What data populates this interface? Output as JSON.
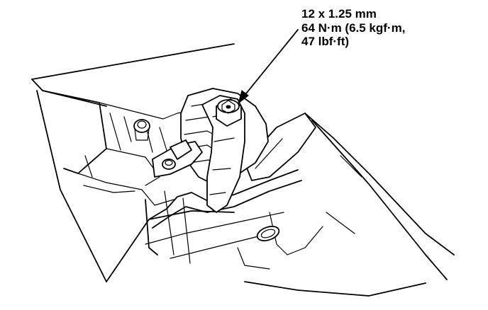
{
  "callout": {
    "line1": "12 x 1.25 mm",
    "line2": "64 N·m (6.5 kgf·m,",
    "line3": "47 lbf·ft)"
  },
  "colors": {
    "ink": "#000000",
    "paper": "#ffffff"
  },
  "icons": [
    "bolt-icon",
    "leader-arrow-icon"
  ]
}
